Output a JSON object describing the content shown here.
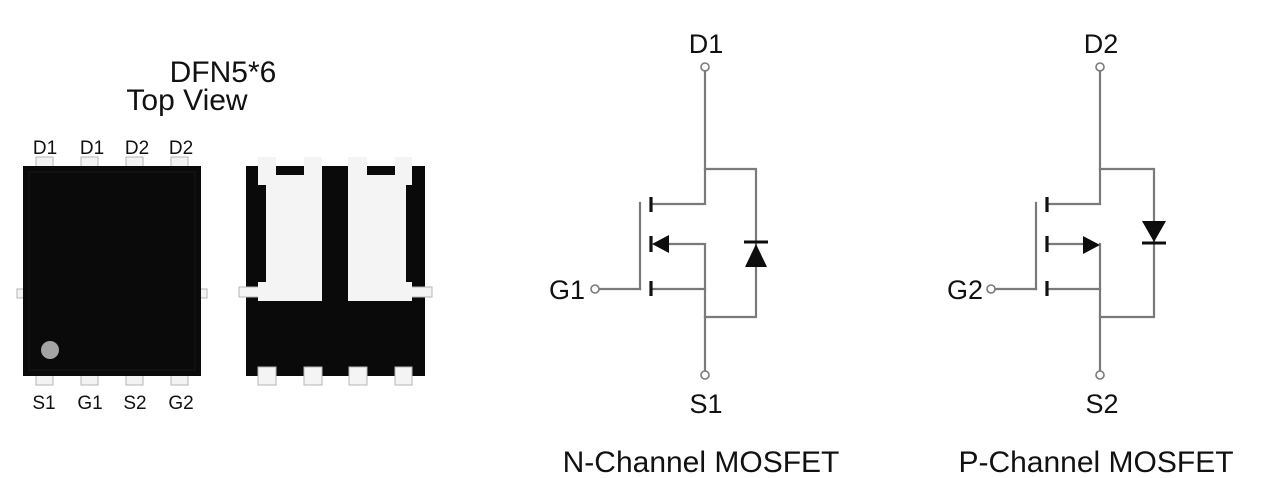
{
  "package": {
    "name": "DFN5*6",
    "view": "Top View",
    "top_pins": [
      "D1",
      "D1",
      "D2",
      "D2"
    ],
    "bottom_pins": [
      "S1",
      "G1",
      "S2",
      "G2"
    ],
    "pin1_marker": "dot"
  },
  "mosfets": [
    {
      "id": "n-channel",
      "drain_label": "D1",
      "gate_label": "G1",
      "source_label": "S1",
      "arrow_direction": "inward",
      "caption": "N-Channel MOSFET"
    },
    {
      "id": "p-channel",
      "drain_label": "D2",
      "gate_label": "G2",
      "source_label": "S2",
      "arrow_direction": "outward",
      "caption": "P-Channel MOSFET"
    }
  ],
  "colors": {
    "package_body": "#0a0a0a",
    "pad": "#f4f4f4",
    "wire": "#7a7a7a",
    "symbol": "#0d0d0d",
    "pin1_dot": "#a4a4a4",
    "text": "#111111"
  }
}
